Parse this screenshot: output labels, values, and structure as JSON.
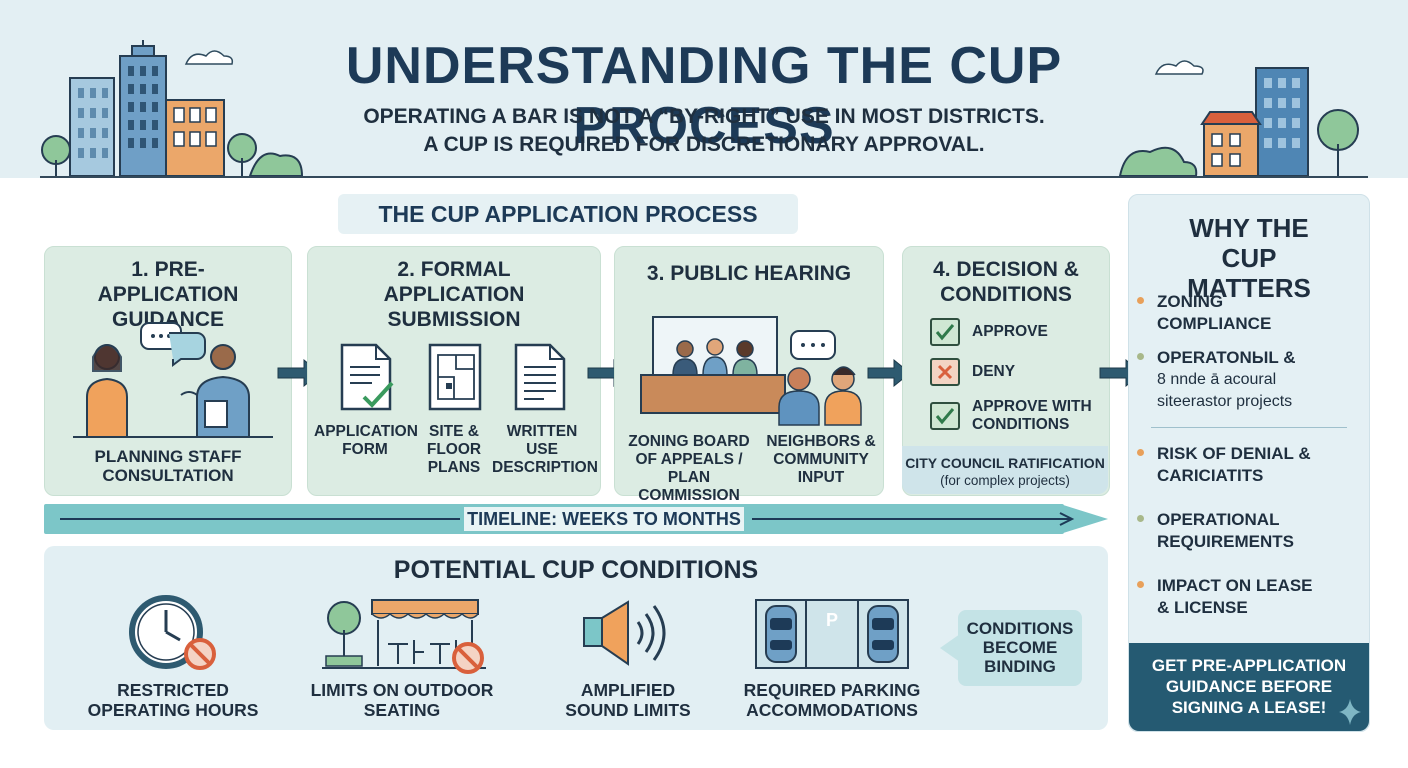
{
  "header": {
    "title": "UNDERSTANDING THE CUP PROCESS",
    "subtitle_line1": "OPERATING A BAR IS NOT A “BY-RIGHT” USE IN MOST DISTRICTS.",
    "subtitle_line2": "A CUP IS REQUIRED FOR DISCRETIONARY APPROVAL."
  },
  "process": {
    "heading": "THE CUP APPLICATION PROCESS",
    "steps": [
      {
        "title": "1. PRE-APPLICATION GUIDANCE",
        "caption": "PLANNING STAFF CONSULTATION"
      },
      {
        "title": "2. FORMAL APPLICATION SUBMISSION",
        "items": [
          "APPLICATION FORM",
          "SITE & FLOOR PLANS",
          "WRITTEN USE DESCRIPTION"
        ]
      },
      {
        "title": "3. PUBLIC HEARING",
        "captions": [
          "ZONING BOARD OF APPEALS / PLAN COMMISSION",
          "NEIGHBORS & COMMUNITY INPUT"
        ]
      },
      {
        "title": "4. DECISION & CONDITIONS",
        "options": [
          "APPROVE",
          "DENY",
          "APPROVE WITH CONDITIONS"
        ],
        "ratification": "CITY COUNCIL RATIFICATION",
        "ratification_note": "(for complex projects)"
      }
    ],
    "timeline": "TIMELINE: WEEKS TO MONTHS"
  },
  "why": {
    "title": "WHY THE CUP MATTERS",
    "items": [
      {
        "text": "ZONING COMPLIANCE",
        "bullet_color": "#e8a05a"
      },
      {
        "text": "OPERATONЫL &",
        "sub": "8 nnde ā acoural siteerastor projects",
        "bullet_color": "#a8b88a"
      },
      {
        "text": "RISK OF DENIAL & CARICIATITS",
        "bullet_color": "#e8a05a"
      },
      {
        "text": "OPERATIONAL REQUIREMENTS",
        "bullet_color": "#a8b88a"
      },
      {
        "text": "IMPACT ON LEASE & LICENSE",
        "bullet_color": "#e8a05a"
      }
    ],
    "callout": "GET PRE-APPLICATION GUIDANCE BEFORE SIGNING A LEASE!"
  },
  "conditions": {
    "title": "POTENTIAL CUP CONDITIONS",
    "items": [
      "RESTRICTED OPERATING HOURS",
      "LIMITS ON OUTDOOR SEATING",
      "AMPLIFIED SOUND LIMITS",
      "REQUIRED PARKING ACCOMMODATIONS"
    ],
    "binding_note": "CONDITIONS BECOME BINDING",
    "parking_sign": "P"
  },
  "colors": {
    "step_card": "#dcece3",
    "arrow": "#2e5a70",
    "callout": "#255a72",
    "timeline": "#7cc6c8",
    "accent_orange": "#e8a05a",
    "deny_red": "#d9603c"
  }
}
